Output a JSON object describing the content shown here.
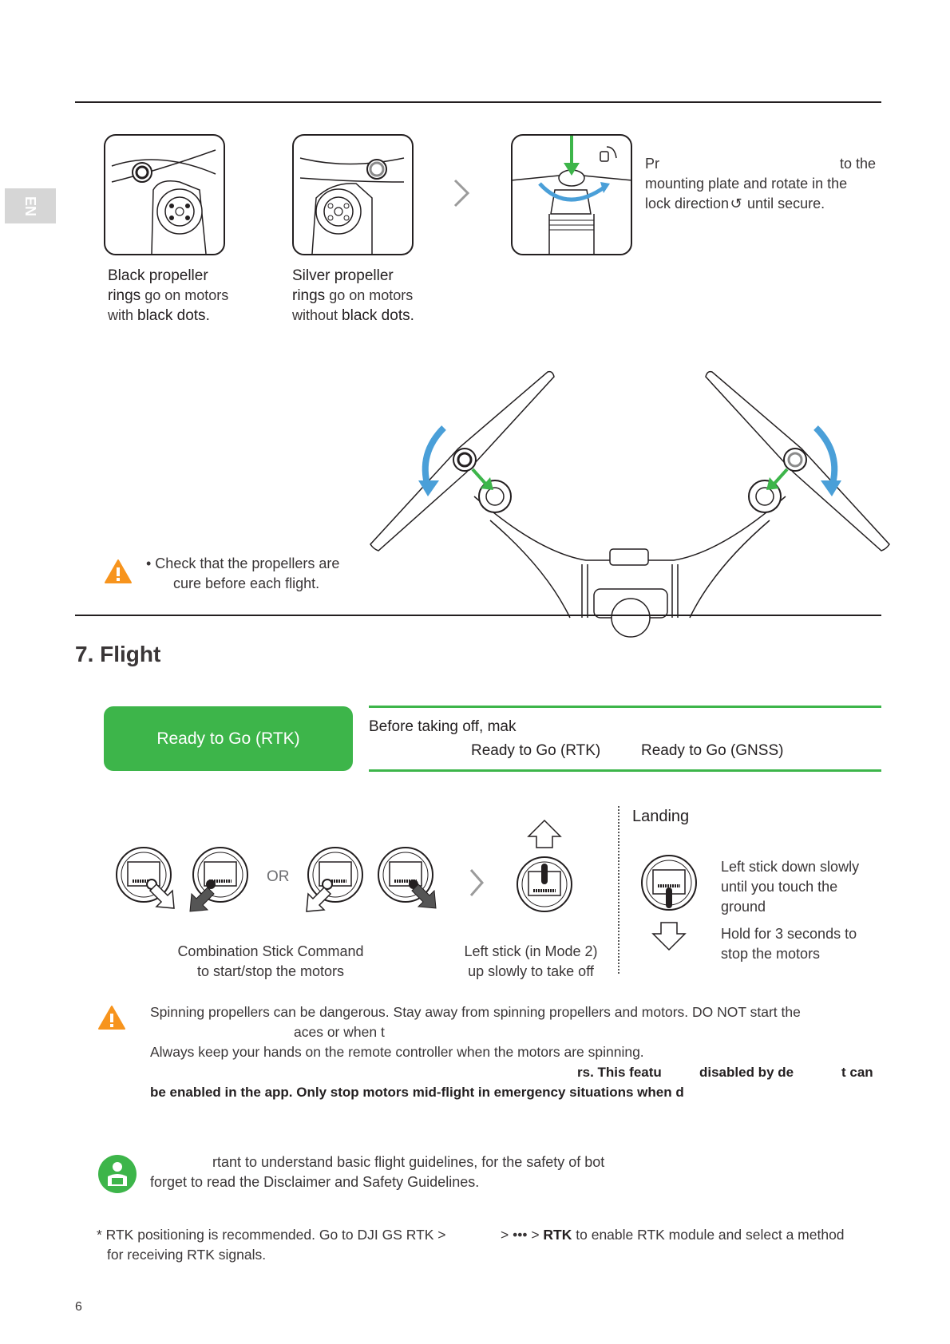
{
  "side_tab": "EN",
  "propellers": {
    "black_line1": "Black propeller",
    "black_line2a": "rings",
    "black_line2b": " go on motors",
    "black_line3a": "with ",
    "black_line3b": "black dots",
    "black_line3c": ".",
    "silver_line1": "Silver propeller",
    "silver_line2a": "rings",
    "silver_line2b": " go on motors",
    "silver_line3a": "without ",
    "silver_line3b": "black dots",
    "silver_line3c": ".",
    "press_line1a": "Pr",
    "press_line1b": "to the",
    "press_line2": "mounting plate and rotate in the",
    "press_line3a": "lock direction",
    "press_line3b": " until secure."
  },
  "warning1": {
    "line1": "• Check that the propellers are",
    "line2": "cure before each flight."
  },
  "flight": {
    "title": "7. Flight",
    "ready_box": "Ready to Go (RTK)",
    "before_line1": "Before taking off, mak",
    "status_rtk": "Ready to Go (RTK)",
    "status_gnss": "Ready to Go (GNSS)",
    "or_label": "OR",
    "combo_line1": "Combination Stick Command",
    "combo_line2": "to start/stop the motors",
    "left_stick_line1": "Left stick (in Mode 2)",
    "left_stick_line2": "up slowly to take off",
    "landing_title": "Landing",
    "landing_line1": "Left stick down slowly",
    "landing_line2": "until you touch the",
    "landing_line3": "ground",
    "hold_line1": "Hold for 3 seconds to",
    "hold_line2": "stop the motors"
  },
  "warning2": {
    "line1": "Spinning propellers can be dangerous. Stay away from spinning propellers and motors. DO NOT start the",
    "line2": "aces or when t",
    "line3": "Always keep your hands on the remote controller when the motors are spinning.",
    "line4a": "rs. This featu",
    "line4b": "disabled by de",
    "line4c": "t can",
    "line5": "be enabled in the app. Only stop motors mid-flight in emergency situations when d"
  },
  "note": {
    "line1": "rtant to understand basic flight guidelines, for the safety of bot",
    "line2": "forget to read the Disclaimer and Safety Guidelines."
  },
  "footnote": {
    "line1a": "* RTK positioning is recommended. Go to DJI GS RTK >",
    "line1b": "> ••• >",
    "line1c": "RTK",
    "line1d": " to enable RTK module and select a method",
    "line2": "for receiving RTK signals."
  },
  "page_number": "6",
  "colors": {
    "accent_green": "#3db54a",
    "arrow_blue": "#4a9fd8",
    "warning_orange": "#f7941d"
  }
}
